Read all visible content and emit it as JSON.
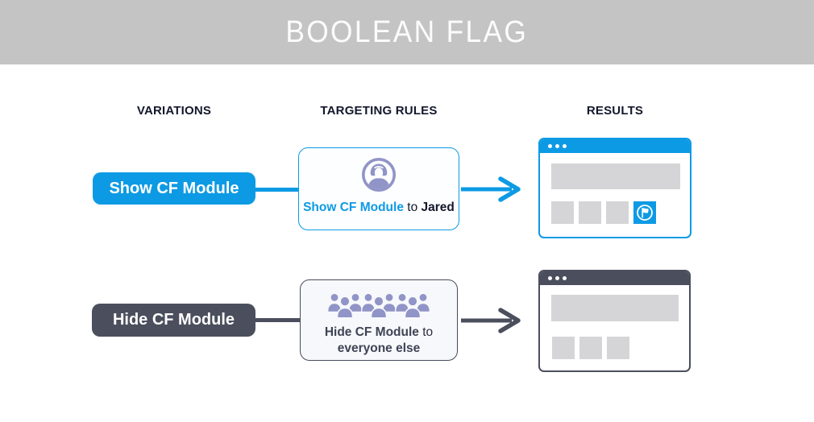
{
  "header": {
    "title": "BOOLEAN FLAG"
  },
  "columns": [
    {
      "label": "VARIATIONS"
    },
    {
      "label": "TARGETING RULES"
    },
    {
      "label": "RESULTS"
    }
  ],
  "rows": [
    {
      "variation": {
        "label": "Show CF Module"
      },
      "rule": {
        "icon": "single-user-icon",
        "action": "Show CF Module",
        "connector": "to",
        "audience": "Jared"
      },
      "result": {
        "type": "browser-window",
        "flag_module_visible": true,
        "placeholder_squares": 3
      }
    },
    {
      "variation": {
        "label": "Hide CF Module"
      },
      "rule": {
        "icon": "user-group-icon",
        "action": "Hide CF Module",
        "connector": "to",
        "audience": "everyone else"
      },
      "result": {
        "type": "browser-window",
        "flag_module_visible": false,
        "placeholder_squares": 3
      }
    }
  ],
  "colors": {
    "accent_blue": "#0D9AE4",
    "accent_dark": "#4B4F5D",
    "icon_purple": "#9094C7",
    "banner_gray": "#C4C4C4",
    "placeholder_gray": "#D5D5D7",
    "heading_text": "#14182C"
  }
}
